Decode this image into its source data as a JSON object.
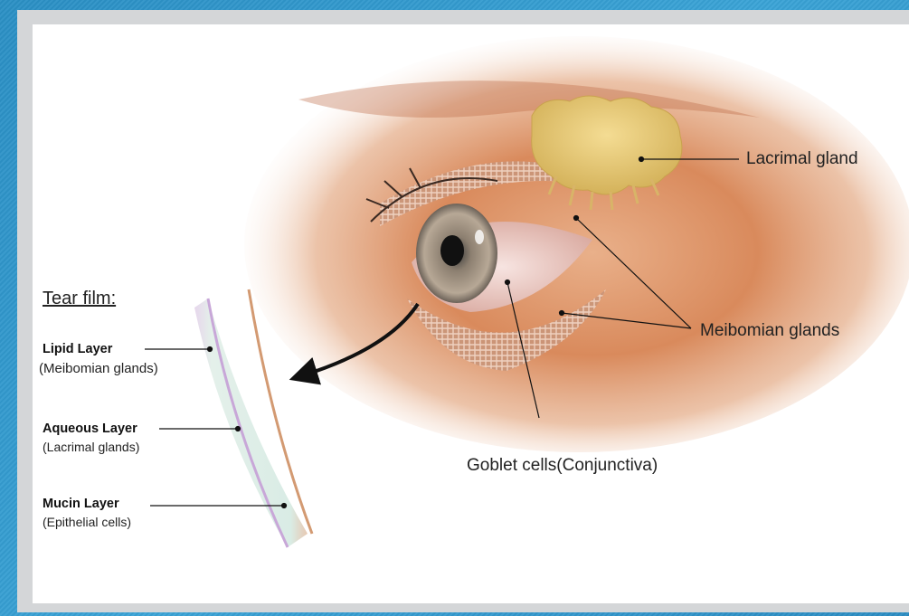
{
  "labels": {
    "lacrimal_gland": "Lacrimal gland",
    "meibomian_glands": "Meibomian glands",
    "goblet_cells": "Goblet cells(Conjunctiva)"
  },
  "tear_film": {
    "heading": "Tear film:",
    "layers": [
      {
        "name": "Lipid Layer",
        "source": "(Meibomian glands)"
      },
      {
        "name": "Aqueous Layer",
        "source": "(Lacrimal glands)"
      },
      {
        "name": "Mucin Layer",
        "source": "(Epithelial cells)"
      }
    ]
  }
}
